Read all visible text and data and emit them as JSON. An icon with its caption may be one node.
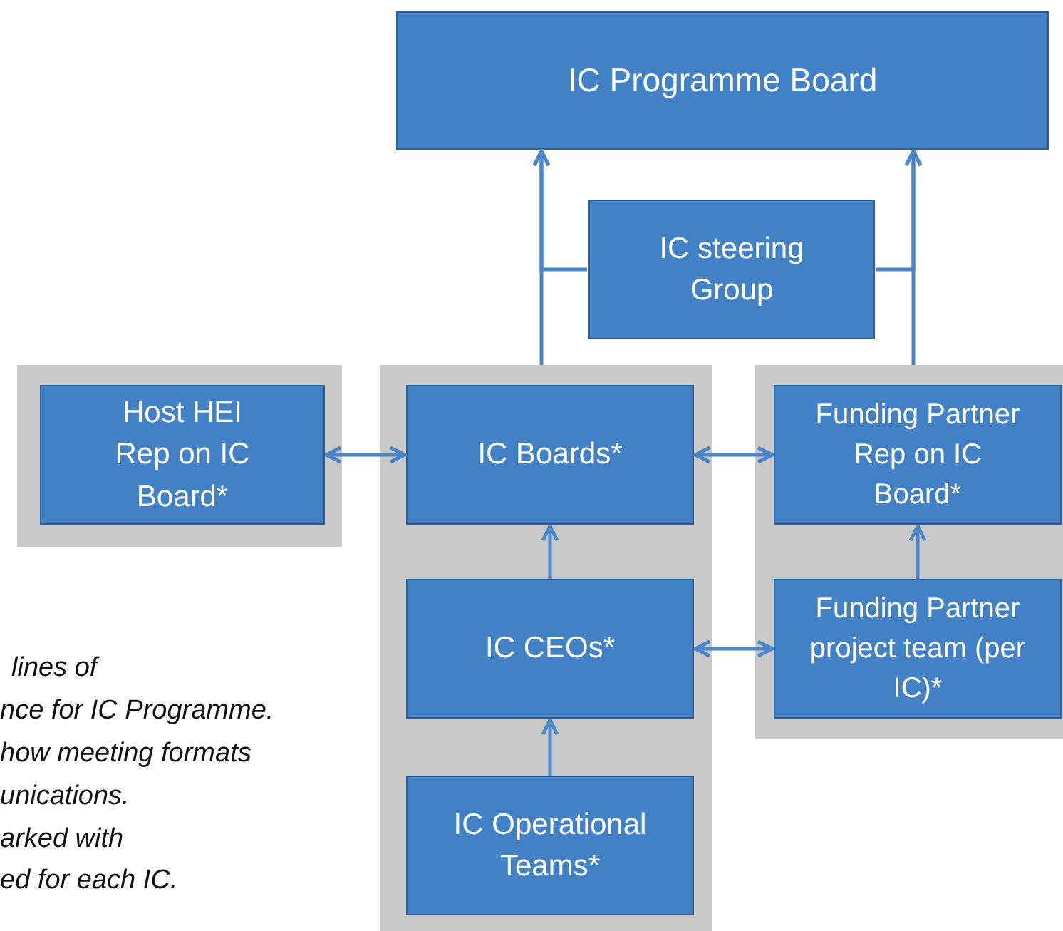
{
  "diagram": {
    "nodes": [
      {
        "text": [
          "IC Programme Board"
        ]
      },
      {
        "text": [
          "IC steering Group"
        ]
      },
      {
        "text": [],
        "shape": "box"
      },
      {
        "text": [
          "Host HEI Rep on IC Board*"
        ],
        "in": 2
      },
      {
        "text": [],
        "shape": "box"
      },
      {
        "text": [
          "IC Boards*"
        ],
        "in": 4
      },
      {
        "text": [
          "IC CEOs*"
        ],
        "in": 4
      },
      {
        "text": [
          "IC Operational Teams*"
        ],
        "in": 4
      },
      {
        "text": [],
        "shape": "box"
      },
      {
        "text": [
          "Funding Partner Rep on IC Board*"
        ],
        "in": 8
      },
      {
        "text": [
          "Funding Partner project team (per IC)*"
        ],
        "in": 8
      }
    ],
    "edges": [
      {
        "from": 4,
        "to": 0,
        "arrow": "to"
      },
      {
        "from": 8,
        "to": 0,
        "arrow": "to"
      },
      {
        "from": 1,
        "to": 0,
        "arrow": "to"
      },
      {
        "from": 1,
        "to": 0,
        "arrow": "to"
      },
      {
        "from": 3,
        "to": 5,
        "arrow": "both"
      },
      {
        "from": 5,
        "to": 9,
        "arrow": "both"
      },
      {
        "from": 6,
        "to": 5,
        "arrow": "to"
      },
      {
        "from": 7,
        "to": 6,
        "arrow": "to"
      },
      {
        "from": 6,
        "to": 10,
        "arrow": "both"
      },
      {
        "from": 10,
        "to": 9,
        "arrow": "to"
      }
    ],
    "labels": [
      "lines of",
      "nce for IC Programme.",
      "how meeting formats",
      "unications.",
      "arked with",
      "ed for each IC."
    ]
  }
}
